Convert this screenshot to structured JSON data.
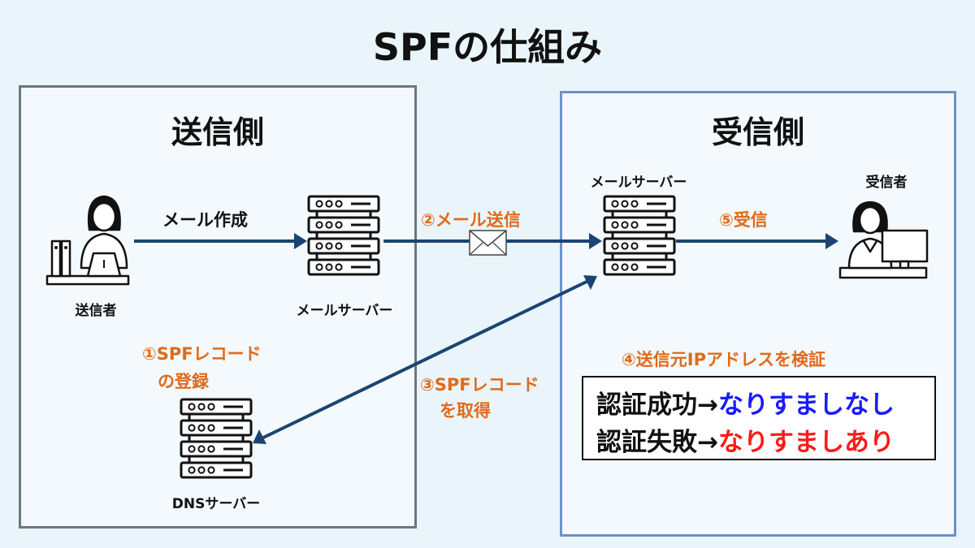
{
  "title": "SPFの仕組み",
  "sender_panel": {
    "title": "送信側",
    "sender_label": "送信者",
    "compose_label": "メール作成",
    "mail_server_label": "メールサーバー",
    "dns_server_label": "DNSサーバー",
    "step1_line1": "①SPFレコード",
    "step1_line2": "の登録"
  },
  "receiver_panel": {
    "title": "受信側",
    "mail_server_label": "メールサーバー",
    "recipient_label": "受信者",
    "step5": "⑤受信",
    "step4": "④送信元IPアドレスを検証",
    "result": {
      "success_prefix": "認証成功→",
      "success_value": "なりすましなし",
      "fail_prefix": "認証失敗→",
      "fail_value": "なりすましあり"
    }
  },
  "middle": {
    "step2": "②メール送信",
    "step3_line1": "③SPFレコード",
    "step3_line2": "を取得"
  },
  "colors": {
    "arrow": "#1b4472",
    "orange": "#e06a1a",
    "ok_blue": "#1a1aff",
    "ng_red": "#ff1a1a",
    "sender_border": "#6b7780",
    "receiver_border": "#6a91c9"
  }
}
